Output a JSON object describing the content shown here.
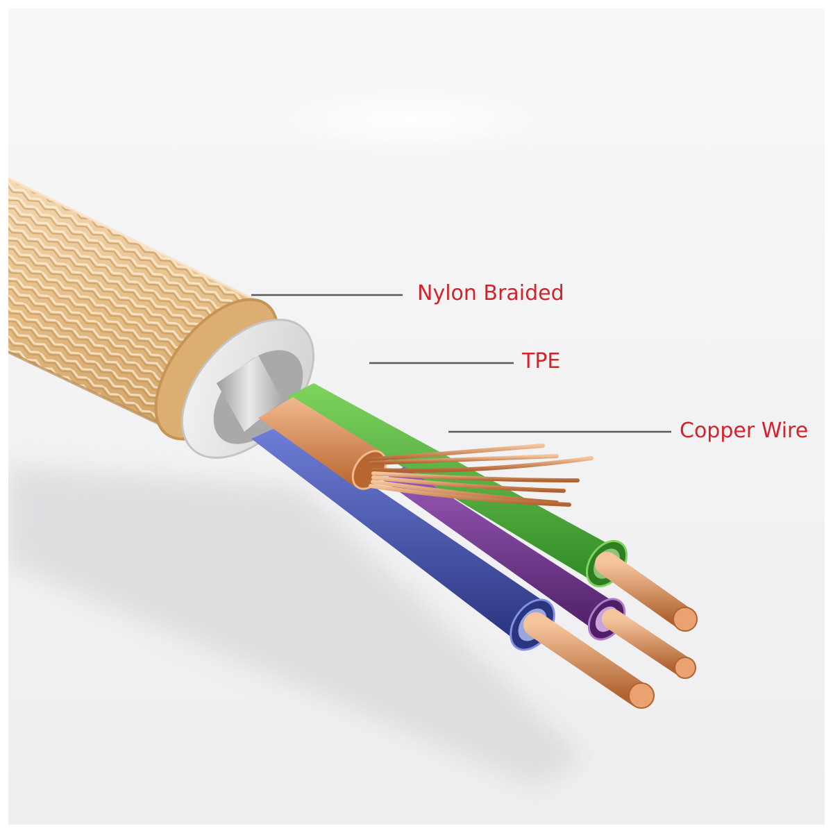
{
  "labels": {
    "nylon_braided": "Nylon Braided",
    "tpe": "TPE",
    "copper_wire": "Copper Wire"
  },
  "colors": {
    "label_text": "#d2232a",
    "leader_line": "#595959",
    "braid": "#e6c08c",
    "tpe_jacket": "#e2e2e2",
    "shield": "#b9b9b9",
    "core_copper": "#c8773f",
    "core_green": "#4cab36",
    "core_blue": "#3c4ca6",
    "core_purple": "#6b2f86",
    "bare_copper": "#d3864c"
  }
}
